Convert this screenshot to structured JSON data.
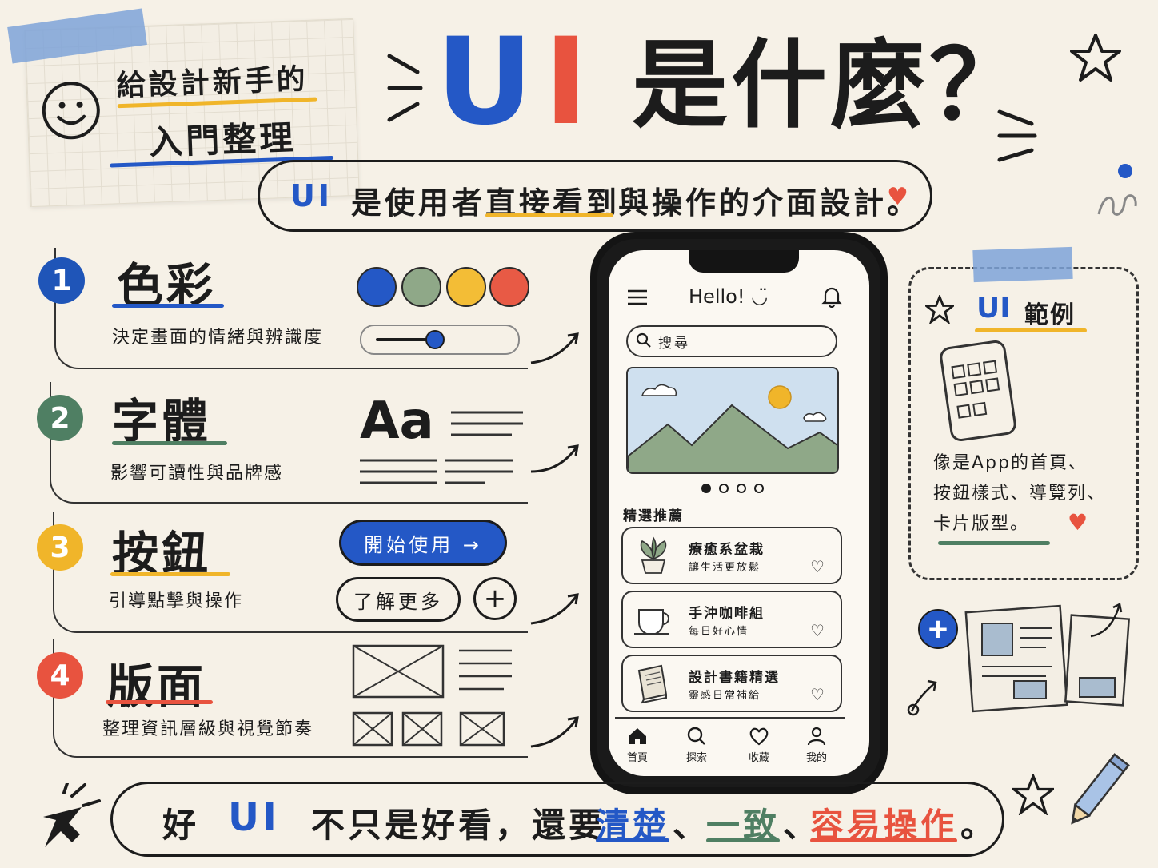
{
  "note": {
    "line1": "給設計新手的",
    "line2": "入門整理"
  },
  "title": {
    "ui": "UI",
    "u": "U",
    "i": "I",
    "rest": "是什麼？"
  },
  "subtitle": {
    "ui": "UI",
    "pre": "是使用者",
    "highlight": "直接看到",
    "post": "與操作的介面設計。"
  },
  "sections": [
    {
      "num": "1",
      "title": "色彩",
      "desc": "決定畫面的情緒與辨識度",
      "color": "#1f55b8"
    },
    {
      "num": "2",
      "title": "字體",
      "desc": "影響可讀性與品牌感",
      "color": "#4f7f63"
    },
    {
      "num": "3",
      "title": "按鈕",
      "desc": "引導點擊與操作",
      "color": "#f0b52a"
    },
    {
      "num": "4",
      "title": "版面",
      "desc": "整理資訊層級與視覺節奏",
      "color": "#e8533f"
    }
  ],
  "palette": [
    "#2458c6",
    "#8fa888",
    "#f3bd36",
    "#e85a45"
  ],
  "slider_value": 0.45,
  "font_sample": "Aa",
  "buttons": {
    "primary": "開始使用 →",
    "outline": "了解更多",
    "plus": "+"
  },
  "phone": {
    "greeting": "Hello! ◡̈",
    "search_placeholder": "搜尋",
    "carousel_active": 1,
    "carousel_total": 4,
    "featured_title": "精選推薦",
    "cards": [
      {
        "title": "療癒系盆栽",
        "sub": "讓生活更放鬆",
        "icon": "plant-icon"
      },
      {
        "title": "手沖咖啡組",
        "sub": "每日好心情",
        "icon": "coffee-icon"
      },
      {
        "title": "設計書籍精選",
        "sub": "靈感日常補給",
        "icon": "book-icon"
      }
    ],
    "nav": [
      "首頁",
      "探索",
      "收藏",
      "我的"
    ]
  },
  "example": {
    "title_ui": "UI",
    "title_rest": "範例",
    "desc1": "像是App的首頁、",
    "desc2": "按鈕樣式、導覽列、",
    "desc3": "卡片版型。"
  },
  "bottom": {
    "pre": "好",
    "ui": "UI",
    "mid": "不只是好看，還要",
    "w1": "清楚",
    "sep1": "、",
    "w2": "一致",
    "sep2": "、",
    "w3": "容易操作",
    "end": "。"
  },
  "colors": {
    "blue": "#2458c6",
    "red": "#e8533f",
    "green": "#4f7f63",
    "yellow": "#f0b52a"
  }
}
